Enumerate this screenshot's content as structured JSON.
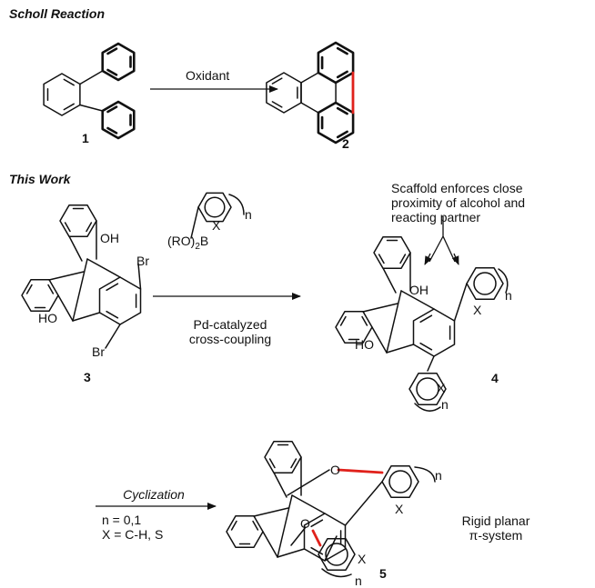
{
  "sections": {
    "scholl": "Scholl Reaction",
    "this_work": "This Work"
  },
  "top": {
    "label_1": "1",
    "label_2": "2",
    "oxidant": "Oxidant"
  },
  "reagent": {
    "boronate_main": "(RO)",
    "boronate_sub": "2",
    "boronate_end": "B",
    "x": "X",
    "n": "n",
    "step_line1": "Pd-catalyzed",
    "step_line2": "cross-coupling"
  },
  "compound_3": {
    "label": "3",
    "oh": "OH",
    "ho": "HO",
    "br1": "Br",
    "br2": "Br"
  },
  "compound_4": {
    "label": "4",
    "oh": "OH",
    "ho": "HO",
    "x1": "X",
    "x2": "X",
    "n1": "n",
    "n2": "n"
  },
  "note": {
    "line1": "Scaffold enforces close",
    "line2": "proximity of alcohol and",
    "line3": "reacting partner"
  },
  "cyclization": {
    "title": "Cyclization",
    "cond1": "n = 0,1",
    "cond2": "X = C-H, S"
  },
  "compound_5": {
    "label": "5",
    "o1": "O",
    "o2": "O",
    "x1": "X",
    "x2": "X",
    "n1": "n",
    "n2": "n",
    "desc1": "Rigid planar",
    "desc2": "π-system"
  },
  "colors": {
    "bond": "#111111",
    "new_bond": "#e0211b",
    "text": "#111111"
  }
}
